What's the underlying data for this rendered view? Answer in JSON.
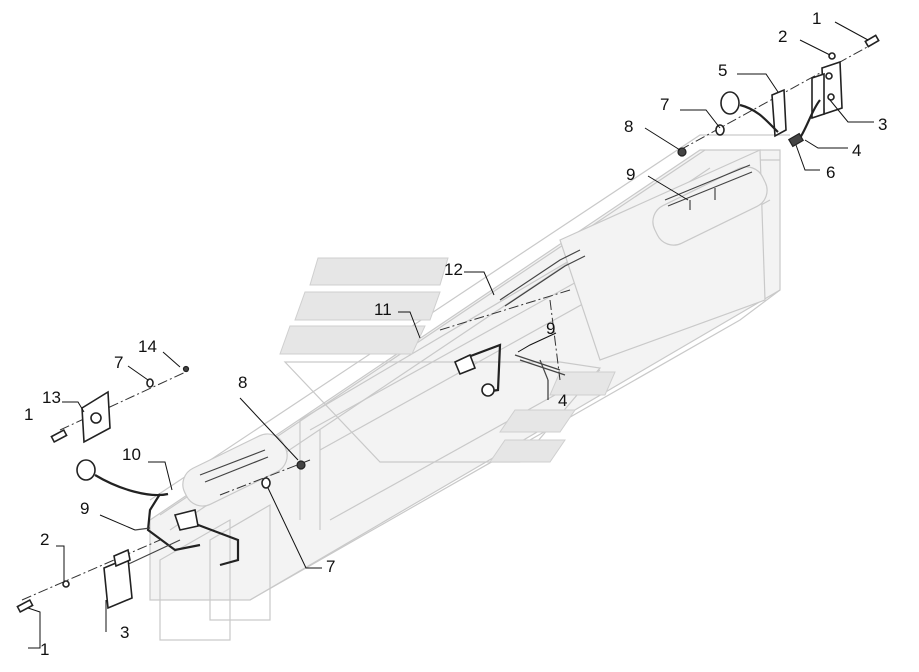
{
  "diagram": {
    "callouts": [
      {
        "id": "c1_top",
        "label": "1"
      },
      {
        "id": "c2_top",
        "label": "2"
      },
      {
        "id": "c5",
        "label": "5"
      },
      {
        "id": "c3_top",
        "label": "3"
      },
      {
        "id": "c7_top",
        "label": "7"
      },
      {
        "id": "c8_top",
        "label": "8"
      },
      {
        "id": "c4_top",
        "label": "4"
      },
      {
        "id": "c6",
        "label": "6"
      },
      {
        "id": "c9_top",
        "label": "9"
      },
      {
        "id": "c12",
        "label": "12"
      },
      {
        "id": "c11",
        "label": "11"
      },
      {
        "id": "c9_mid",
        "label": "9"
      },
      {
        "id": "c4_mid",
        "label": "4"
      },
      {
        "id": "c14",
        "label": "14"
      },
      {
        "id": "c7_left",
        "label": "7"
      },
      {
        "id": "c13",
        "label": "13"
      },
      {
        "id": "c1_left",
        "label": "1"
      },
      {
        "id": "c8_mid",
        "label": "8"
      },
      {
        "id": "c10",
        "label": "10"
      },
      {
        "id": "c9_left",
        "label": "9"
      },
      {
        "id": "c7_bottom",
        "label": "7"
      },
      {
        "id": "c2_bottom",
        "label": "2"
      },
      {
        "id": "c3_bottom",
        "label": "3"
      },
      {
        "id": "c1_bottom",
        "label": "1"
      }
    ]
  }
}
